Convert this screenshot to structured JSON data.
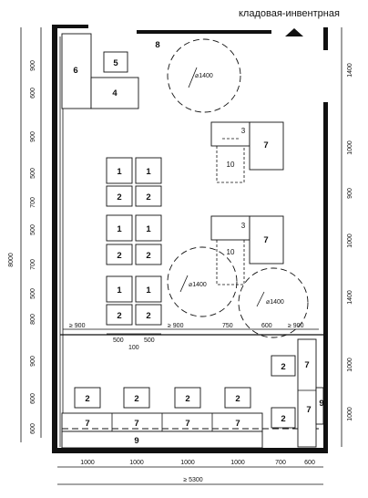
{
  "room": {
    "label": "кладовая-инвентрная"
  },
  "equipment": {
    "e1": "1",
    "e2": "2",
    "e3": "3",
    "e4": "4",
    "e5": "5",
    "e6": "6",
    "e7": "7",
    "e8": "8",
    "e9": "9",
    "e10": "10"
  },
  "circles": {
    "d1400": "⌀1400"
  },
  "dims": {
    "left": {
      "d900a": "900",
      "d600a": "600",
      "d900b": "900",
      "d500a": "500",
      "d700a": "700",
      "d500b": "500",
      "d700b": "700",
      "d500c": "500",
      "d800": "800",
      "d900c": "900",
      "d600b": "600",
      "d600c": "600"
    },
    "total": "8000",
    "right": {
      "d1400a": "1400",
      "d1000a": "1000",
      "d900": "900",
      "d1000b": "1000",
      "d1400b": "1400",
      "d1000c": "1000",
      "d1000d": "1000"
    },
    "bottom": {
      "d1000a": "1000",
      "d1000b": "1000",
      "d1000c": "1000",
      "d1000d": "1000",
      "d700": "700",
      "d600": "600",
      "total": "≥ 5300"
    },
    "mid": {
      "g900a": "≥ 900",
      "g900b": "≥ 900",
      "g900c": "≥ 900",
      "d750": "750",
      "d600": "600",
      "d500a": "500",
      "d100": "100",
      "d500b": "500"
    }
  }
}
